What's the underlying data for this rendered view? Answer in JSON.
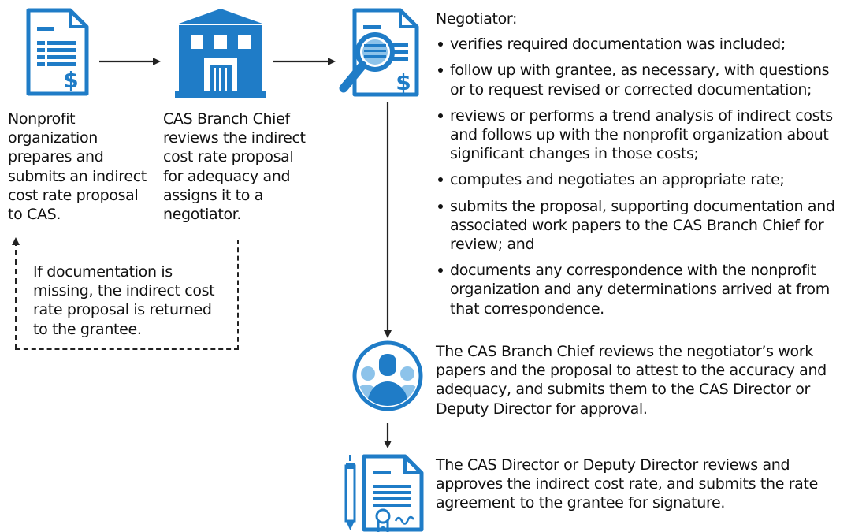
{
  "colors": {
    "icon_blue": "#1f7cc7",
    "icon_light_blue": "#8dc3ea",
    "text": "#111111",
    "arrow": "#222222"
  },
  "icons": [
    "document-dollar-icon",
    "government-building-icon",
    "magnifier-document-icon",
    "reviewer-group-icon",
    "signed-agreement-icon"
  ],
  "step1": {
    "text": "Nonprofit organization prepares and submits an indirect cost rate proposal to CAS."
  },
  "step2": {
    "text": "CAS Branch Chief reviews the indirect cost rate proposal for adequacy and assigns it to a negotiator."
  },
  "return_note": {
    "text": "If documentation is missing, the indirect cost rate proposal is returned to the grantee."
  },
  "negotiator": {
    "heading": "Negotiator:",
    "bullets": [
      "verifies required documentation was included;",
      "follow up with grantee, as necessary, with questions or to request revised or corrected documentation;",
      "reviews or performs a trend analysis of indirect costs and follows up with the nonprofit organization about significant changes in those costs;",
      "computes and negotiates an appropriate rate;",
      "submits the proposal, supporting documentation and associated work papers to the CAS Branch Chief for review; and",
      "documents any correspondence with the nonprofit organization and any determinations arrived at from that correspondence."
    ]
  },
  "branch_chief_review": {
    "text": "The CAS Branch Chief reviews the negotiator’s work papers and the proposal to attest to the accuracy and adequacy, and submits them to the CAS Director or Deputy Director for approval."
  },
  "director_approval": {
    "text": "The CAS Director or Deputy Director reviews and approves the indirect cost rate, and submits the rate agreement to the grantee for signature."
  }
}
